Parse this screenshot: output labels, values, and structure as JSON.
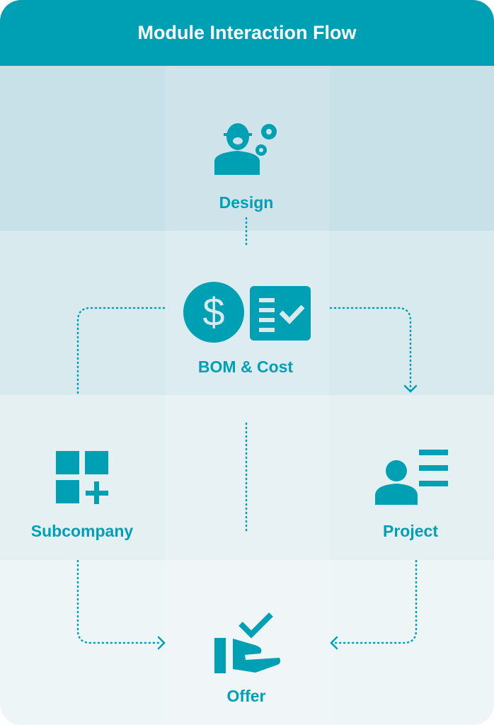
{
  "header": {
    "title": "Module Interaction Flow"
  },
  "nodes": {
    "design": "Design",
    "bom": "BOM & Cost",
    "subcompany": "Subcompany",
    "project": "Project",
    "offer": "Offer"
  },
  "colors": {
    "accent": "#00A0B4"
  }
}
